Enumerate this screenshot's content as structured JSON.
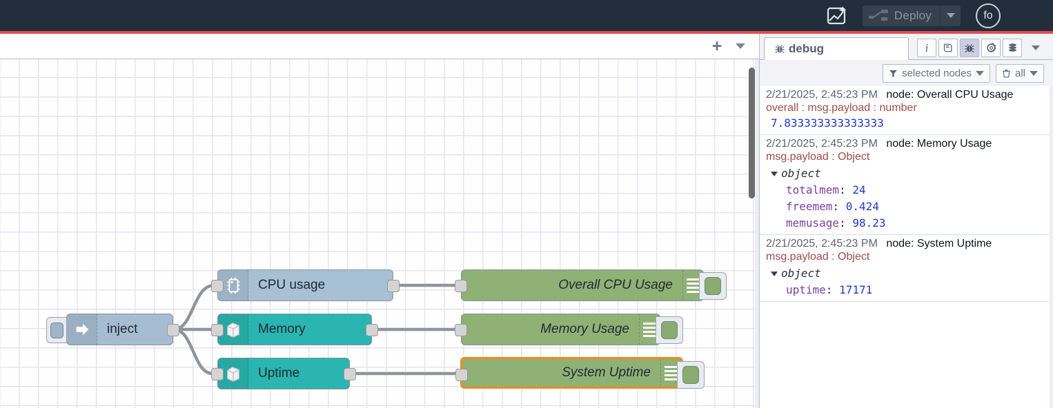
{
  "header": {
    "ai_flow_icon": "flow-sparkle-icon",
    "deploy_icon": "deploy-icon",
    "deploy_label": "Deploy",
    "deploy_caret": "chevron-down-icon",
    "user_initials": "fo",
    "menu_icon": "hamburger-menu-icon",
    "accent_color": "#e24c4c",
    "background_color": "#222e3c"
  },
  "workspace": {
    "add_tab": "+",
    "tab_menu_icon": "chevron-down-icon",
    "nodes": [
      {
        "id": "inject",
        "label": "inject",
        "type": "inject",
        "icon": "arrow-right-icon",
        "color": "#a6bdd1"
      },
      {
        "id": "cpu-usage",
        "label": "CPU usage",
        "type": "source",
        "icon": "cpu-chip-icon",
        "color": "#a8c0d4"
      },
      {
        "id": "memory",
        "label": "Memory",
        "type": "source",
        "icon": "server-box-icon",
        "color": "#2ab5b0"
      },
      {
        "id": "uptime",
        "label": "Uptime",
        "type": "source",
        "icon": "server-box-icon",
        "color": "#2ab5b0"
      },
      {
        "id": "overall-cpu",
        "label": "Overall CPU Usage",
        "type": "debug",
        "icon": "debug-lines-icon",
        "color": "#8fb175"
      },
      {
        "id": "memory-usage",
        "label": "Memory Usage",
        "type": "debug",
        "icon": "debug-lines-icon",
        "color": "#8fb175"
      },
      {
        "id": "system-uptime",
        "label": "System Uptime",
        "type": "debug",
        "icon": "debug-lines-icon",
        "color": "#8fb175",
        "selected": true
      }
    ],
    "selection_color": "#ef8b1f"
  },
  "sidebar": {
    "tab_label": "debug",
    "tab_icon": "bug-icon",
    "icons": [
      {
        "name": "info-icon",
        "glyph": "i",
        "active": false
      },
      {
        "name": "library-icon",
        "glyph": "Ὅ6",
        "active": false
      },
      {
        "name": "debug-bug-icon",
        "glyph": "bug",
        "active": true
      },
      {
        "name": "config-gear-icon",
        "glyph": "⚙",
        "active": false
      },
      {
        "name": "context-data-icon",
        "glyph": "stack",
        "active": false
      }
    ],
    "more_icon": "chevron-down-icon",
    "toolbar": {
      "filter_icon": "funnel-icon",
      "filter_label": "selected nodes",
      "filter_caret": "chevron-down-icon",
      "clear_icon": "trash-icon",
      "clear_label": "all",
      "clear_caret": "chevron-down-icon"
    },
    "messages": [
      {
        "timestamp": "2/21/2025, 2:45:23 PM",
        "node": "node: Overall CPU Usage",
        "topic": "overall : msg.payload : number",
        "kind": "value",
        "value": "7.833333333333333"
      },
      {
        "timestamp": "2/21/2025, 2:45:23 PM",
        "node": "node: Memory Usage",
        "topic": "msg.payload : Object",
        "kind": "object",
        "root": "object",
        "properties": [
          {
            "key": "totalmem",
            "value": "24"
          },
          {
            "key": "freemem",
            "value": "0.424"
          },
          {
            "key": "memusage",
            "value": "98.23"
          }
        ]
      },
      {
        "timestamp": "2/21/2025, 2:45:23 PM",
        "node": "node: System Uptime",
        "topic": "msg.payload : Object",
        "kind": "object",
        "root": "object",
        "properties": [
          {
            "key": "uptime",
            "value": "17171"
          }
        ]
      }
    ]
  }
}
